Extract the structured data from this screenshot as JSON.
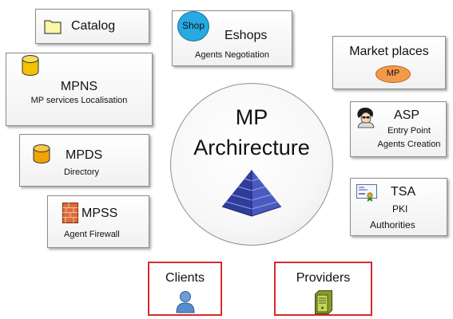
{
  "diagram": {
    "center": {
      "line1": "MP",
      "line2": "Archirecture"
    },
    "nodes": {
      "catalog": {
        "title": "Catalog"
      },
      "eshops": {
        "title": "Eshops",
        "subtitle": "Agents Negotiation",
        "badge": "Shop"
      },
      "marketplaces": {
        "title": "Market places",
        "badge": "MP"
      },
      "mpns": {
        "title": "MPNS",
        "subtitle": "MP services Localisation"
      },
      "asp": {
        "title": "ASP",
        "subtitle1": "Entry Point",
        "subtitle2": "Agents Creation"
      },
      "mpds": {
        "title": "MPDS",
        "subtitle": "Directory"
      },
      "tsa": {
        "title": "TSA",
        "subtitle1": "PKI",
        "subtitle2": "Authorities"
      },
      "mpss": {
        "title": "MPSS",
        "subtitle": "Agent Firewall"
      },
      "clients": {
        "title": "Clients"
      },
      "providers": {
        "title": "Providers"
      }
    },
    "icons": {
      "catalog": "folder-icon",
      "eshops": "shop-icon",
      "mpns": "database-icon",
      "mpds": "database-icon",
      "mpss": "firewall-icon",
      "asp": "agent-icon",
      "tsa": "certificate-icon",
      "clients": "user-icon",
      "providers": "server-icon",
      "center": "pyramid-icon"
    },
    "colors": {
      "client_provider_border": "#d9292f",
      "shop_badge": "#27a9e1",
      "mp_badge": "#f29a4a",
      "database": "#f2c200",
      "pyramid": "#2f3d9a"
    }
  }
}
